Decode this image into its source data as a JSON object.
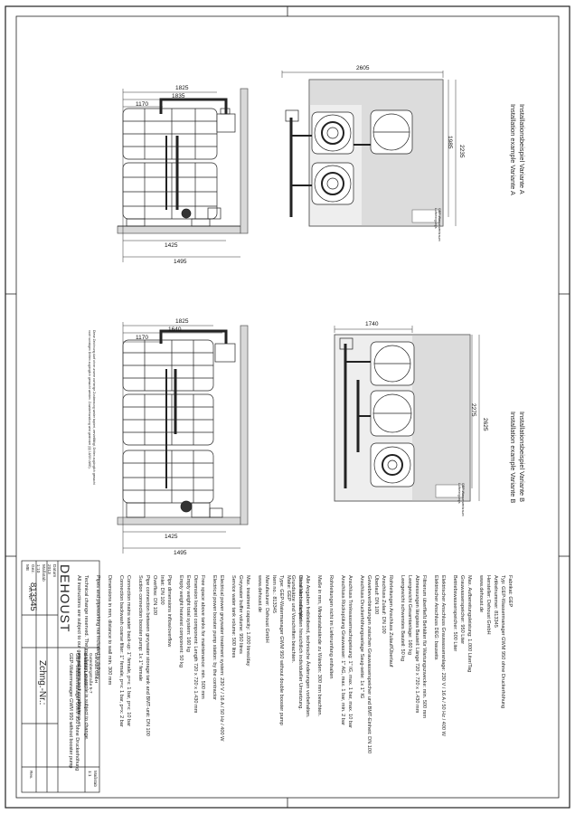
{
  "drawing_a": {
    "title_de": "Installationsbeispiel Variante A",
    "title_en": "Installation example Variante A",
    "dims": {
      "top_1825": "1825",
      "top_1835": "1835",
      "top_1170": "1170",
      "bottom_1425": "1425",
      "bottom_1495": "1495",
      "plan_2605": "2605",
      "plan_1985": "1985",
      "plan_2235": "2235"
    },
    "legend_line1": "GEP-Wasserwerkraum",
    "legend_line2": "Luftreinigungs"
  },
  "drawing_b": {
    "title_de": "Installationsbeispiel Variante B",
    "title_en": "Installation example Variante B",
    "dims": {
      "top_1825": "1825",
      "top_1640": "1640",
      "top_1170": "1170",
      "bottom_1425": "1425",
      "bottom_1495": "1495",
      "plan_1740": "1740",
      "plan_2275": "2275",
      "plan_2625": "2625"
    },
    "legend_line1": "GEP-Wasserwerkraum",
    "legend_line2": "Luftreinigungs"
  },
  "copyright_note": {
    "line1": "Diese Zeichnung darf ohne unsere vorherige Zustimmung weder kopiert, vervielfältigt, Dritten zugänglich gemacht",
    "line2": "noch sonstigen Dritten zugänglich gemacht werden. Zuwiderhandlung wird geahndet (§§ 18/19 UWG)."
  },
  "spec_de": [
    "Fabrikat: GEP",
    "Typ: GEP-Wassermanager GWM 950 ohne Druckerhöhung",
    "Artikelnummer: 813345",
    "Hersteller: Dehoust GmbH",
    "www.dehoust.de",
    "",
    "Max. Aufbereitungsleistung: 1.000 Liter/Tag",
    "Grauwasserspeicher: 950 Liter",
    "Betriebswasserspeicher: 500 Liter",
    "",
    "Elektrischer Anschluss Grauwasseranlage: 230 V / 16 A / 50 Hz / 400 W",
    "Elektrischer Anschluss DEG: bauseits",
    "",
    "Filtrierum überfließt Behälter für Wartungszwecke: min. 500 mm",
    "Abmessungen längstes Bauteil: Länge 720 x 720 x 1.430 mm",
    "Leergewicht Gesamtanlage: 160 kg",
    "Leergewicht schwerstes Bauteil: 50 kg",
    "",
    "Rohrleitungen Anschluss Zulauf/Überlauf",
    "Anschluss Zulauf: DN 100",
    "Überlauf: DN 100",
    "Gewebeverbindungen zwischen Grauwasserspeicher und BMT-Einheit: DN 100",
    "Anschluss Druckerhöhungsanlage Saug-seite: 1x 1\" IG",
    "",
    "Anschluss Trinkwassernachspeisung: 1\" IG, max. 1 bar, max. 10 bar",
    "Anschluss Rückspülung Grauwasser: 1\" AG, max. 1 bar, min. 2 bar",
    "",
    "Rohrleitungen nicht im Lieferumfang enthalten",
    "",
    "Maße in mm, Mindestabstände zu Wänden: 300 mm beachten.",
    "",
    "Alle Angaben freibleibend, technische Änderungen vorbehalten.",
    "Ohne Verbindlichkeiten hinsichtlich individueller Umsetzung.",
    "Grundsätze und Vorschriften beachten."
  ],
  "spec_en": [
    "Installation example",
    "",
    "Make: GEP",
    "Type: GEP-Watermanager GWM 950 without double booster pump",
    "Item no.: 813345",
    "Manufacturer: Dehoust GmbH",
    "www.dehoust.de",
    "",
    "Max. treatment capacity: 1.000 litres/day",
    "Greywater buffer volume: 950 litres",
    "Service water tank volume: 500 litres",
    "",
    "Electrical power greywater treatment system: 230 V / 16 A / 50 Hz / 400 W",
    "Electrical power booster pump station: by the contractor",
    "",
    "Free space above tanks for maintenance: min. 500 mm",
    "Dimension longest component: Length 720 x 720 x 1.430 mm",
    "Empty weight total system: 160 kg",
    "Empty weight heaviest component: 50 kg",
    "",
    "Pipe dimensions inflow/overflow",
    "Inlet: DN 100",
    "Overflow: DN 100",
    "Pipe connection between greywater storage tank and BMT-unit: DN 100",
    "Suction connection booster pump: 1x 1\" female",
    "",
    "Connection mains water back-up: 1\" female, p=x: 1 bar, p=x: 10 bar",
    "Connection backwash coarse filter: 1\" female, p=x: 1 bar, p=x: 2 bar",
    "",
    "Dimensions in mm, distance to wall min. 300 mm",
    "",
    "Pipes and pipeworking not included in delivery",
    "",
    "Technical change reserved. The installation example is subject to change.",
    "All instructions are subject to our general terms and conditions."
  ],
  "title_block": {
    "company": "DEHOUST",
    "address_line1": "Dehoust GmbH",
    "address_line2": "Gutenbergstraße 5-7",
    "address_line3": "D-69181 Leimen",
    "address_line4": "Tel. 06224/9702-0  Fax 06224/9702-70",
    "title_de": "GEP-Wassermanager GWM 950 ohne Druckerhöhung",
    "title_en": "GEP-Watermanager GWM 950 without booster pump",
    "date_label": "Datum",
    "date_value": "2013",
    "scale_label": "Maßstab",
    "scale_value": "1:10",
    "drawn_label": "Gez.",
    "drawn_value": "ME",
    "art_label": "Art.-Nr.",
    "art_value": "813345",
    "drawing_no_label": "Zchng.-Nr.:",
    "sheet_label": "Maßstab",
    "sheet_value": "1:1",
    "rev_label": "Rev."
  }
}
